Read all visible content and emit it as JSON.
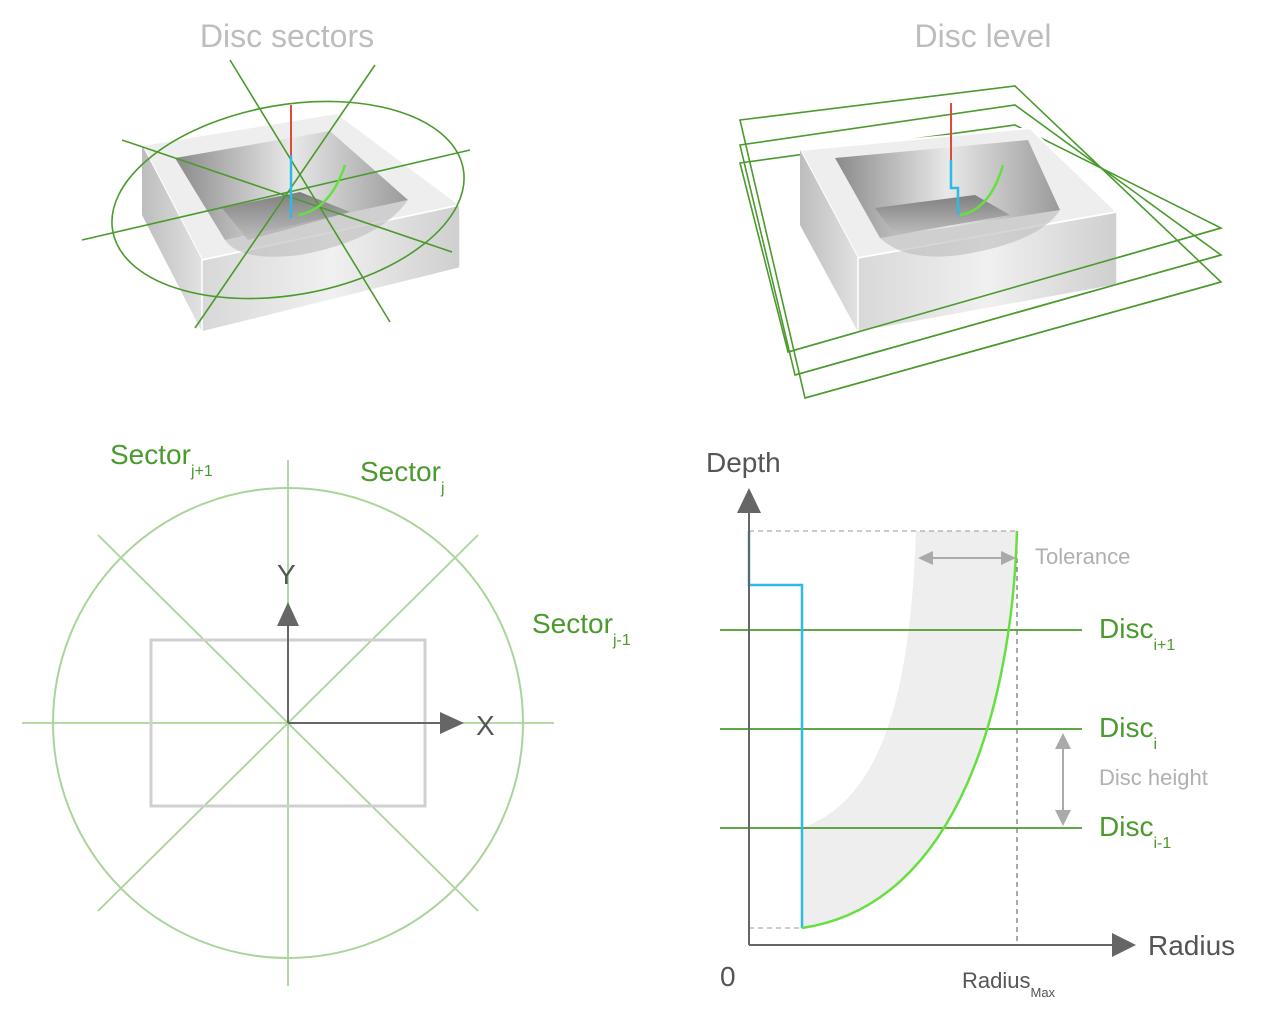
{
  "panels": {
    "top_left": {
      "title": "Disc sectors"
    },
    "top_right": {
      "title": "Disc level"
    }
  },
  "sector_diagram": {
    "axis_x": "X",
    "axis_y": "Y",
    "sector_prev": {
      "base": "Sector",
      "sub": "j+1"
    },
    "sector_curr": {
      "base": "Sector",
      "sub": "j"
    },
    "sector_next": {
      "base": "Sector",
      "sub": "j-1"
    }
  },
  "depth_chart": {
    "y_axis_label": "Depth",
    "x_axis_label": "Radius",
    "origin_label": "0",
    "radius_max": {
      "base": "Radius",
      "sub": "Max"
    },
    "tolerance_label": "Tolerance",
    "disc_height_label": "Disc height",
    "disc_upper": {
      "base": "Disc",
      "sub": "i+1"
    },
    "disc_mid": {
      "base": "Disc",
      "sub": "i"
    },
    "disc_lower": {
      "base": "Disc",
      "sub": "i-1"
    }
  },
  "colors": {
    "green_line": "#4b9a2e",
    "light_green": "#a9d49a",
    "bright_green": "#66e040",
    "cyan": "#2fb9e8",
    "red": "#e04a3c",
    "gray_axis": "#666666",
    "light_gray": "#cccccc"
  }
}
